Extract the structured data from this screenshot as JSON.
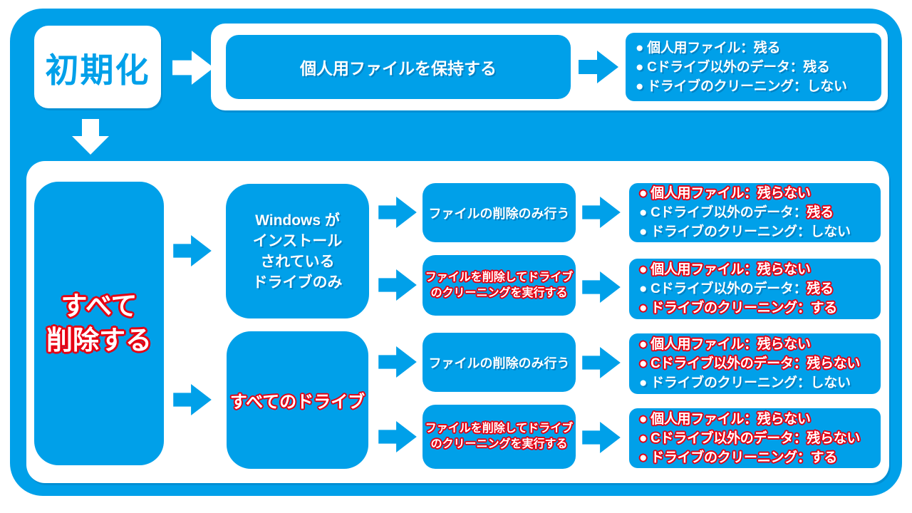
{
  "colors": {
    "blue": "#00a0e9",
    "red": "#e60012",
    "white": "#ffffff"
  },
  "icons": {
    "arrow_right": "➡",
    "arrow_down": "⬇",
    "bullet": "●"
  },
  "diagram": {
    "root_label": "初期化",
    "keep_branch": {
      "option_label": "個人用ファイルを保持する",
      "results": [
        "● 個人用ファイル：残る",
        "● Cドライブ以外のデータ：残る",
        "● ドライブのクリーニング：しない"
      ]
    },
    "delete_branch": {
      "label_lines": [
        "すべて",
        "削除する"
      ],
      "drive_windows_lines": [
        "Windows が",
        "インストール",
        "されている",
        "ドライブのみ"
      ],
      "drive_all_label": "すべてのドライブ",
      "rows": [
        {
          "option_lines": [
            "ファイルの削除のみ行う"
          ],
          "results": [
            {
              "white": "",
              "red": "● 個人用ファイル：残らない"
            },
            {
              "white": "● Cドライブ以外のデータ：",
              "red": "残る"
            },
            {
              "white": "● ドライブのクリーニング：しない",
              "red": ""
            }
          ]
        },
        {
          "option_lines": [
            "ファイルを削除してドライブ",
            "のクリーニングを実行する"
          ],
          "results": [
            {
              "white": "",
              "red": "● 個人用ファイル：残らない"
            },
            {
              "white": "● Cドライブ以外のデータ：",
              "red": "残る"
            },
            {
              "white": "",
              "red": "● ドライブのクリーニング：する"
            }
          ]
        },
        {
          "option_lines": [
            "ファイルの削除のみ行う"
          ],
          "results": [
            {
              "white": "",
              "red": "● 個人用ファイル：残らない"
            },
            {
              "white": "",
              "red": "● Cドライブ以外のデータ：残らない"
            },
            {
              "white": "● ドライブのクリーニング：しない",
              "red": ""
            }
          ]
        },
        {
          "option_lines": [
            "ファイルを削除してドライブ",
            "のクリーニングを実行する"
          ],
          "results": [
            {
              "white": "",
              "red": "● 個人用ファイル：残らない"
            },
            {
              "white": "",
              "red": "● Cドライブ以外のデータ：残らない"
            },
            {
              "white": "",
              "red": "● ドライブのクリーニング：する"
            }
          ]
        }
      ]
    }
  }
}
